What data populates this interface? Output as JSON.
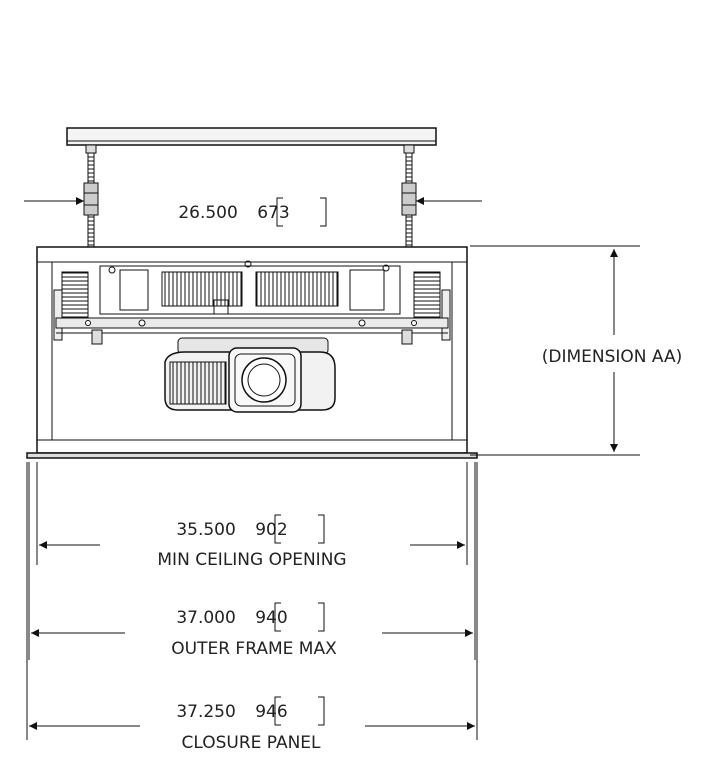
{
  "dimensions": {
    "mount_spacing": {
      "value": "26.500",
      "metric": "673"
    },
    "height": {
      "label": "(DIMENSION AA)"
    },
    "ceiling_opening": {
      "value": "35.500",
      "metric": "902",
      "caption": "MIN CEILING OPENING"
    },
    "outer_frame": {
      "value": "37.000",
      "metric": "940",
      "caption": "OUTER FRAME MAX"
    },
    "closure_panel": {
      "value": "37.250",
      "metric": "946",
      "caption": "CLOSURE PANEL"
    }
  },
  "colors": {
    "line": "#111111",
    "fill_light": "#f0f0f0",
    "fill_mid": "#d8d8d8"
  }
}
